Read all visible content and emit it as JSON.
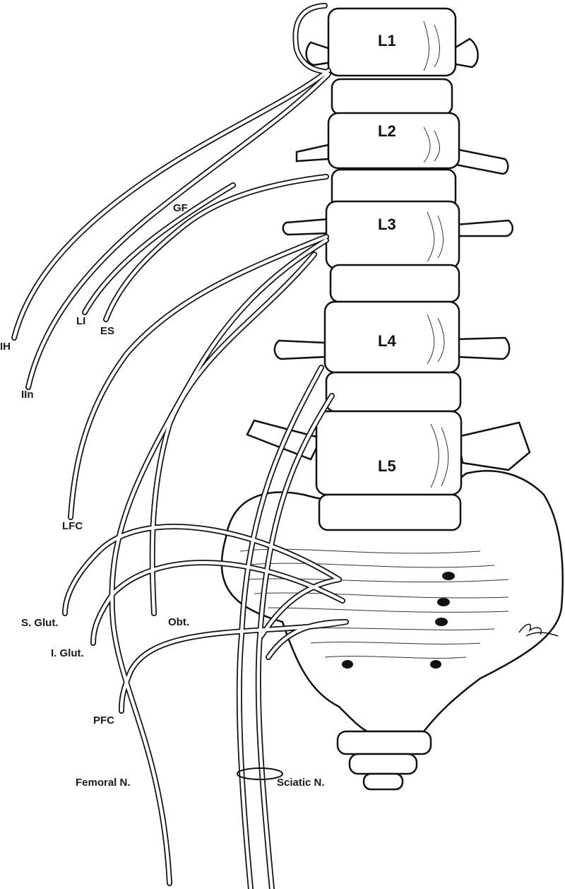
{
  "vertebrae": [
    "L1",
    "L2",
    "L3",
    "L4",
    "L5"
  ],
  "labels": {
    "ih": "IH",
    "iin": "IIn",
    "li": "LI",
    "es": "ES",
    "gf": "GF",
    "lfc": "LFC",
    "s_glut": "S. Glut.",
    "obt": "Obt.",
    "i_glut": "I. Glut.",
    "pfc": "PFC",
    "femoral": "Femoral N.",
    "sciatic": "Sciatic N."
  },
  "signature": "BCox"
}
